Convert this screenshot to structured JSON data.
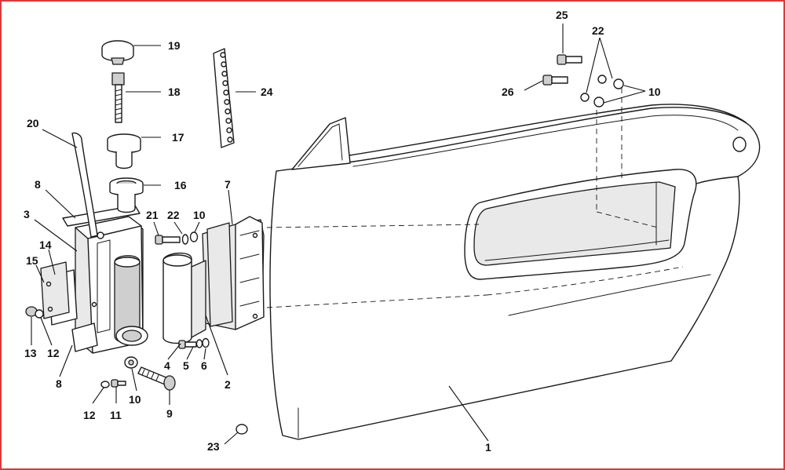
{
  "callouts": {
    "n1": "1",
    "n2": "2",
    "n3": "3",
    "n4": "4",
    "n5": "5",
    "n6": "6",
    "n7": "7",
    "n8a": "8",
    "n8b": "8",
    "n9": "9",
    "n10a": "10",
    "n10b": "10",
    "n10c": "10",
    "n11": "11",
    "n12a": "12",
    "n12b": "12",
    "n13": "13",
    "n14": "14",
    "n15": "15",
    "n16": "16",
    "n17": "17",
    "n18": "18",
    "n19": "19",
    "n20": "20",
    "n21": "21",
    "n22a": "22",
    "n22b": "22",
    "n23": "23",
    "n24": "24",
    "n25": "25",
    "n26": "26"
  },
  "colors": {
    "line": "#1a1a1a",
    "frame": "#d93a3a",
    "background": "#ffffff"
  }
}
